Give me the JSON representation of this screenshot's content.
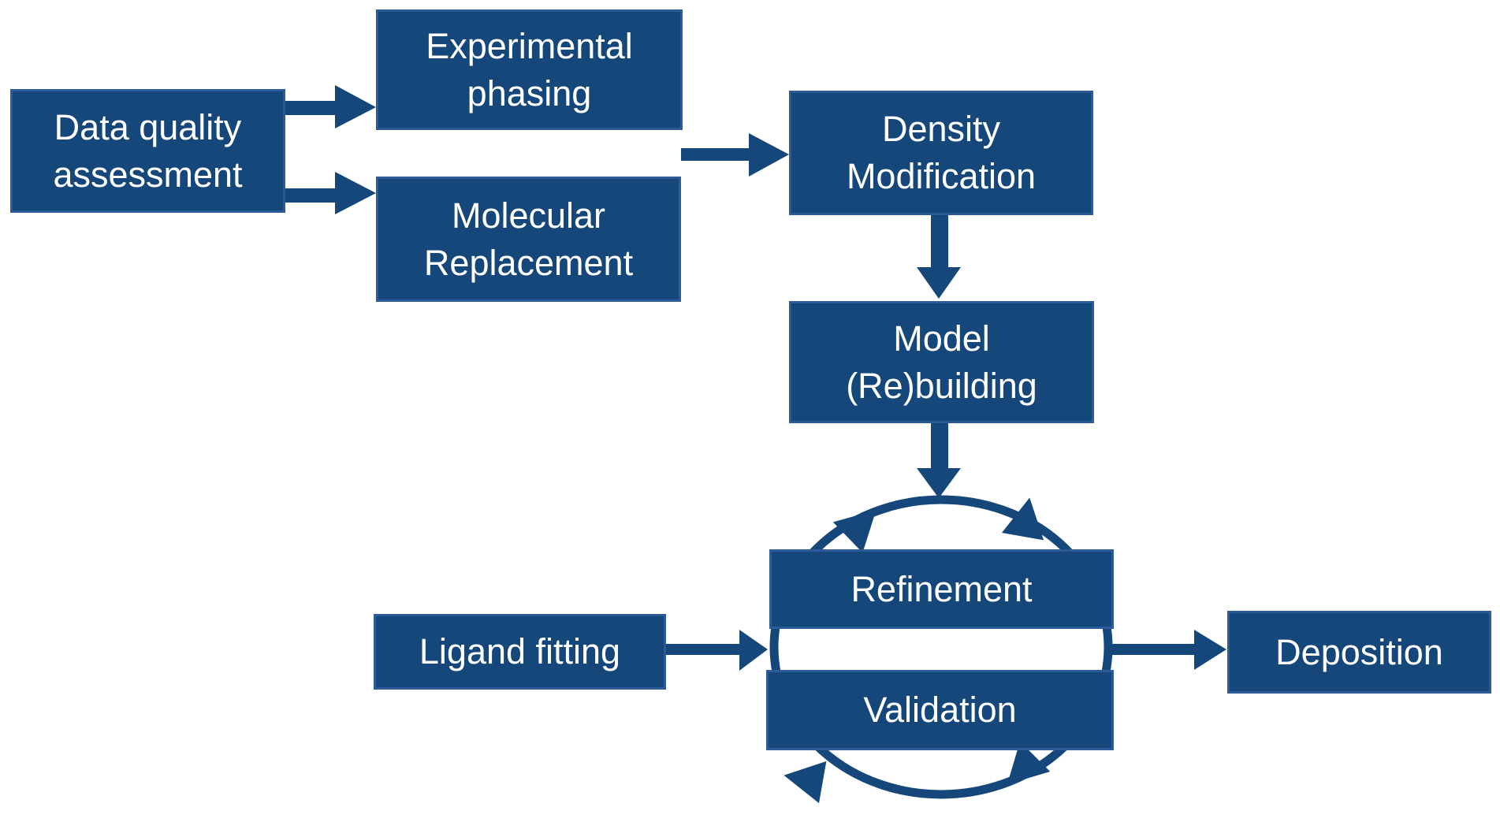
{
  "colors": {
    "boxFill": "#16477A",
    "boxBorder": "#2C5B97",
    "arrow": "#16477A",
    "text": "#ffffff",
    "background": "#ffffff"
  },
  "nodes": {
    "dqa": {
      "line1": "Data quality",
      "line2": "assessment"
    },
    "exp": {
      "line1": "Experimental",
      "line2": "phasing"
    },
    "mr": {
      "line1": "Molecular",
      "line2": "Replacement"
    },
    "dm": {
      "line1": "Density",
      "line2": "Modification"
    },
    "mrb": {
      "line1": "Model",
      "line2": "(Re)building"
    },
    "ref": {
      "line1": "Refinement"
    },
    "val": {
      "line1": "Validation"
    },
    "lig": {
      "line1": "Ligand fitting"
    },
    "dep": {
      "line1": "Deposition"
    }
  }
}
